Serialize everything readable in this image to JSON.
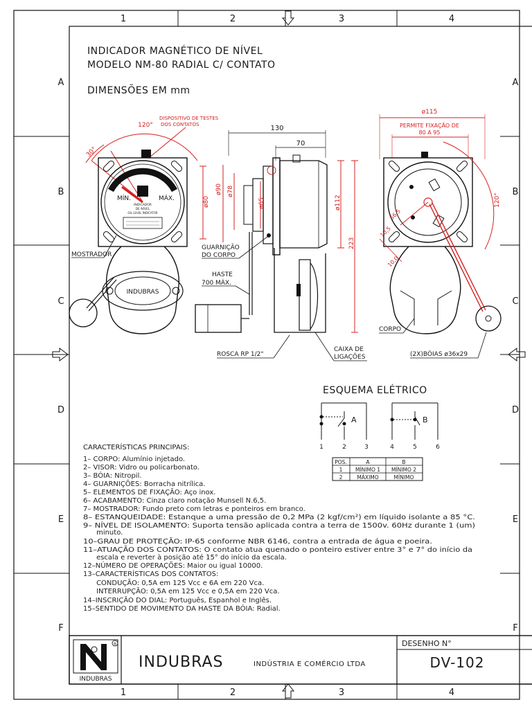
{
  "border": {
    "columns": [
      "1",
      "2",
      "3",
      "4"
    ],
    "rows": [
      "A",
      "B",
      "C",
      "D",
      "E",
      "F"
    ]
  },
  "header": {
    "title_line1": "INDICADOR MAGNÉTICO DE NÍVEL",
    "title_line2": "MODELO NM-80 RADIAL  C/ CONTATO",
    "units": "DIMENSÕES EM mm"
  },
  "front_view": {
    "angle_120": "120°",
    "angle_30": "30°",
    "test_device": [
      "DISPOSITIVO DE TESTES",
      "DOS CONTATOS"
    ],
    "min": "MÍN.",
    "max": "MÁX.",
    "dial_lines": [
      "INDICADOR",
      "DE NÍVEL",
      "OIL LEVEL INDICATOR"
    ],
    "dim_80": "ø80",
    "display_label": "MOSTRADOR",
    "logo_text": "INDUBRAS"
  },
  "side_view": {
    "dim_130": "130",
    "dim_70": "70",
    "dim_90": "ø90",
    "dim_78": "ø78",
    "dim_65": "ø65",
    "dim_112": "ø112",
    "dim_223": "223",
    "gasket": [
      "GUARNIÇÃO",
      "DO CORPO"
    ],
    "rod": [
      "HASTE",
      "700 MÁX."
    ],
    "thread": "ROSCA RP 1/2\"",
    "junction_box": [
      "CAIXA DE",
      "LIGAÇÕES"
    ]
  },
  "rear_view": {
    "dim_115": "ø115",
    "mount": [
      "PERMITE FIXAÇÃO DE",
      "80 A 95"
    ],
    "dim_56_5": "56,5",
    "dim_10_5": "10,5",
    "dim_10_0": "10,0",
    "angle_120": "120°",
    "body": "CORPO",
    "floats": "(2X)BÓIAS ø36x29"
  },
  "schematic": {
    "title": "ESQUEMA ELÉTRICO",
    "switch_a": "A",
    "switch_b": "B",
    "pins": [
      "1",
      "2",
      "3",
      "4",
      "5",
      "6"
    ],
    "table": {
      "headers": [
        "POS.",
        "A",
        "B"
      ],
      "rows": [
        [
          "1",
          "MÍNIMO 1",
          "MÍNIMO 2"
        ],
        [
          "2",
          "MÁXIMO",
          "MÍNIMO"
        ]
      ]
    }
  },
  "specs": {
    "title": "CARACTERÍSTICAS PRINCIPAIS:",
    "lines": [
      "1– CORPO: Alumínio injetado.",
      "2– VISOR: Vidro ou policarbonato.",
      "3– BÓIA: Nitropil.",
      "4– GUARNIÇÕES: Borracha nitrílica.",
      "5– ELEMENTOS DE FIXAÇÃO: Aço inox.",
      "6– ACABAMENTO: Cinza claro notação Munsell N.6,5.",
      "7– MOSTRADOR: Fundo preto com letras e ponteiros em branco.",
      "8– ESTANQUEIDADE: Estanque a uma pressão de 0,2 MPa (2 kgf/cm²) em líquido isolante a 85 °C.",
      "9– NÍVEL DE ISOLAMENTO: Suporta tensão aplicada contra a terra de 1500v. 60Hz durante 1 (um)",
      "      minuto.",
      "10–GRAU DE PROTEÇÃO: IP-65 conforme NBR 6146, contra a entrada de água e poeira.",
      "11–ATUAÇÃO DOS CONTATOS: O contato atua quenado o ponteiro estiver entre 3° e 7° do início da",
      "      escala e reverter à posição até 15° do início da escala.",
      "12–NÚMERO DE OPERAÇÕES: Maior ou igual 10000.",
      "13–CARACTERÍSTICAS DOS CONTATOS:",
      "      CONDUÇÃO: 0,5A em 125 Vcc e 6A em 220 Vca.",
      "      INTERRUPÇÃO: 0,5A em 125 Vcc e 0,5A em 220 Vca.",
      "14–INSCRIÇÃO DO DIAL: Português, Espanhol e Inglês.",
      "15–SENTIDO DE MOVIMENTO DA HASTE DA BÓIA: Radial."
    ]
  },
  "title_block": {
    "logo_caption": "INDUBRAS",
    "company": "INDUBRAS",
    "company_sub": "INDÚSTRIA E COMÉRCIO LTDA",
    "drawing_label": "DESENHO N°",
    "drawing_number": "DV-102"
  }
}
